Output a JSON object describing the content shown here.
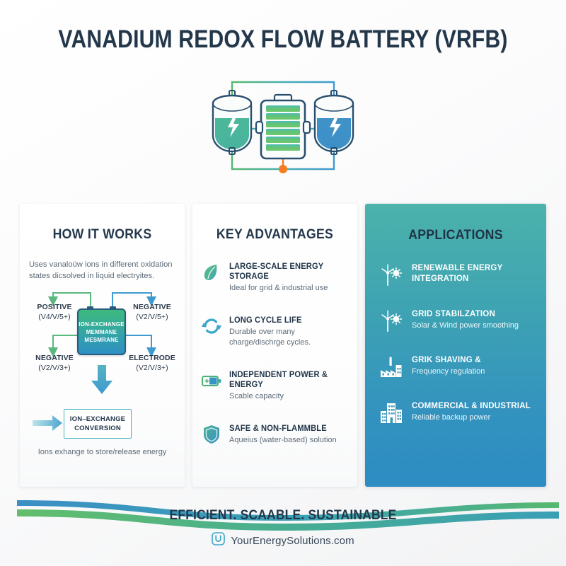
{
  "title": "VANADIUM REDOX FLOW BATTERY (VRFB)",
  "hero": {
    "icon": "vrfb-system-diagram",
    "left_tank": "electrolyte-tank-positive",
    "right_tank": "electrolyte-tank-negative",
    "center": "battery-cell-stack",
    "junction": "flow-junction-node"
  },
  "panels": {
    "how_it_works": {
      "title": "HOW IT WORKS",
      "intro": "Uses vanaloüw ions in different oxidation states dicsolved in liquid electryites.",
      "nodes": [
        {
          "label": "POSITIVE",
          "sub": "(V4/V/5+)"
        },
        {
          "label": "NEGATIVE",
          "sub": "(V2/V/5+)"
        },
        {
          "label": "NEGATIVE",
          "sub": "(V2/V/3+)"
        },
        {
          "label": "ELECTRODE",
          "sub": "(V2/V/3+)"
        }
      ],
      "membrane": {
        "line1": "ION-EXCHANGE",
        "line2": "MEMMANE",
        "line3": "MESMRANE"
      },
      "conversion": {
        "line1": "ION–EXCHANGE",
        "line2": "CONVERSION"
      },
      "caption": "Ions exhange to store/release energy"
    },
    "key_advantages": {
      "title": "KEY ADVANTAGES",
      "items": [
        {
          "icon": "leaf-icon",
          "title": "LARGE-SCALE ENERGY STORAGE",
          "sub": "Ideal for grid & industrial use"
        },
        {
          "icon": "cycle-arrows-icon",
          "title": "LONG CYCLE LIFE",
          "sub": "Durable over many charge/dischrge cycles."
        },
        {
          "icon": "battery-plus-icon",
          "title": "INDEPENDENT POWER & ENERGY",
          "sub": "Scable capacity"
        },
        {
          "icon": "shield-icon",
          "title": "SAFE & NON-FLAMMBLE",
          "sub": "Aqueius (water-based) solution"
        }
      ]
    },
    "applications": {
      "title": "APPLICATIONS",
      "items": [
        {
          "icon": "wind-turbine-sun-icon",
          "title": "RENEWABLE ENERGY INTEGRATION",
          "sub": ""
        },
        {
          "icon": "wind-turbine-sun-icon",
          "title": "GRID STABILZATION",
          "sub": "Solar & Wind power smoothing"
        },
        {
          "icon": "factory-icon",
          "title": "GRIK SHAVING &",
          "sub": "Frequency regulation"
        },
        {
          "icon": "buildings-icon",
          "title": "COMMERCIAL & INDUSTRIAL",
          "sub": "Reliable backup power"
        }
      ]
    }
  },
  "footer": {
    "tagline": "EFFICIENT. SCAABLE. SUSTAINABLE",
    "brand_icon": "rounded-square-logo-icon",
    "brand": "YourEnergySolutions.com"
  },
  "colors": {
    "title": "#23374b",
    "teal": "#4CB2AB",
    "blue": "#2D8CC2",
    "green": "#5bb85b",
    "accent_orange": "#f57c1f"
  }
}
